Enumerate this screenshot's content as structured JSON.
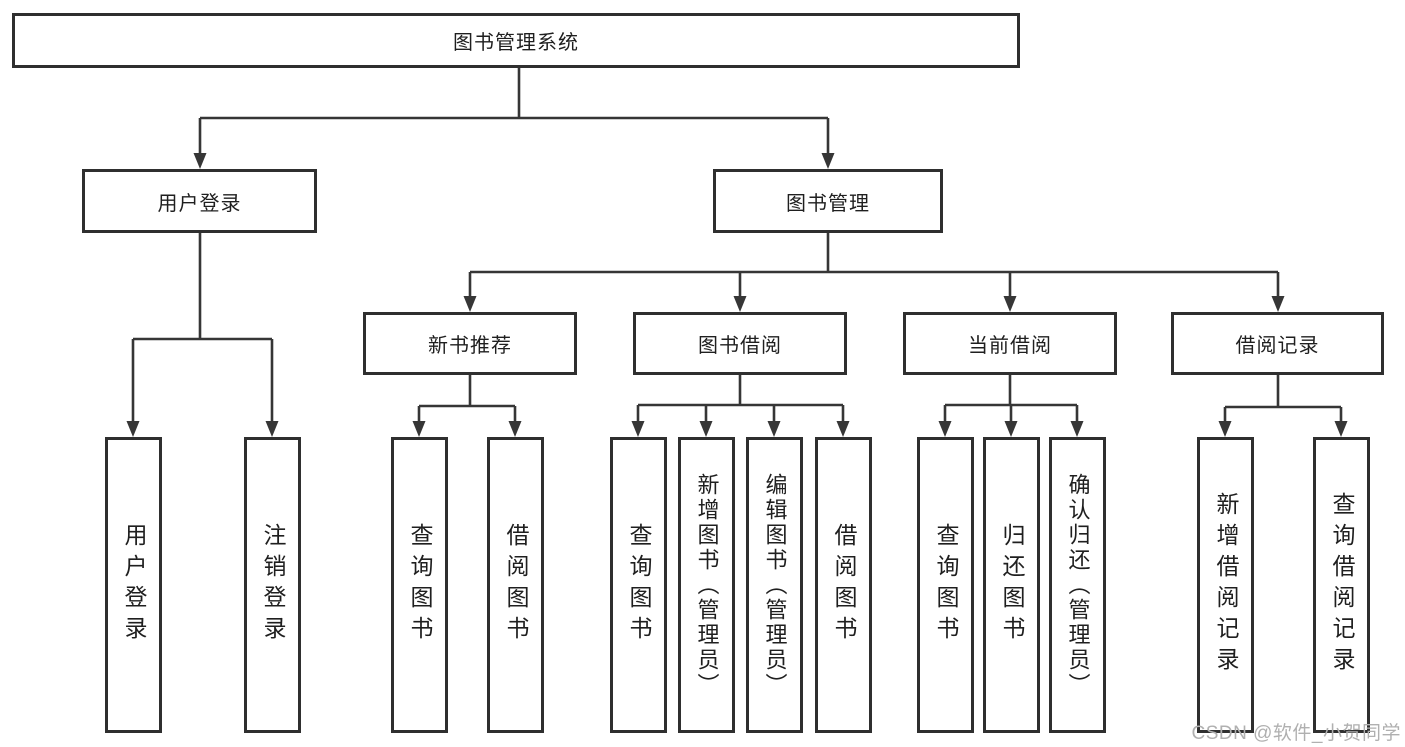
{
  "root": {
    "label": "图书管理系统"
  },
  "branches": [
    {
      "label": "用户登录",
      "leaves": [
        {
          "label": "用户登录"
        },
        {
          "label": "注销登录"
        }
      ]
    },
    {
      "label": "图书管理",
      "groups": [
        {
          "label": "新书推荐",
          "leaves": [
            {
              "label": "查询图书"
            },
            {
              "label": "借阅图书"
            }
          ]
        },
        {
          "label": "图书借阅",
          "leaves": [
            {
              "label": "查询图书"
            },
            {
              "label": "新增图书（管理员）"
            },
            {
              "label": "编辑图书（管理员）"
            },
            {
              "label": "借阅图书"
            }
          ]
        },
        {
          "label": "当前借阅",
          "leaves": [
            {
              "label": "查询图书"
            },
            {
              "label": "归还图书"
            },
            {
              "label": "确认归还（管理员）"
            }
          ]
        },
        {
          "label": "借阅记录",
          "leaves": [
            {
              "label": "新增借阅记录"
            },
            {
              "label": "查询借阅记录"
            }
          ]
        }
      ]
    }
  ],
  "watermark": {
    "text": "CSDN @软件_小贺同学"
  },
  "colors": {
    "line": "#363636",
    "border": "#2f2f2f",
    "text": "#1f1f1f",
    "background": "#ffffff",
    "watermark": "#b0b0b0"
  }
}
